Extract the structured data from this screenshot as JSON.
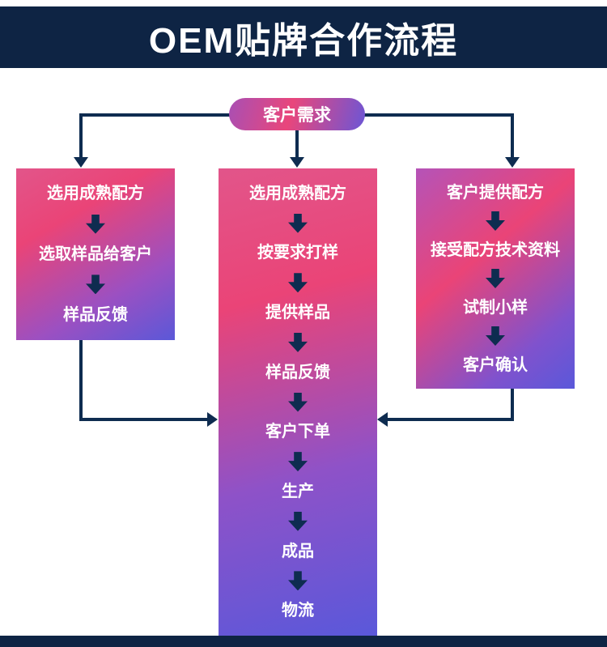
{
  "header": {
    "title": "OEM贴牌合作流程"
  },
  "flow": {
    "root": {
      "label": "客户需求"
    },
    "columns": [
      {
        "name": "left",
        "steps": [
          "选用成熟配方",
          "选取样品给客户",
          "样品反馈"
        ]
      },
      {
        "name": "center",
        "steps": [
          "选用成熟配方",
          "按要求打样",
          "提供样品",
          "样品反馈",
          "客户下单",
          "生产",
          "成品",
          "物流"
        ]
      },
      {
        "name": "right",
        "steps": [
          "客户提供配方",
          "接受配方技术资料",
          "试制小样",
          "客户确认"
        ]
      }
    ]
  },
  "colors": {
    "navy": "#0e2444",
    "line_navy": "#0e2c50",
    "pink": "#ea4477",
    "purple": "#5a58da"
  }
}
